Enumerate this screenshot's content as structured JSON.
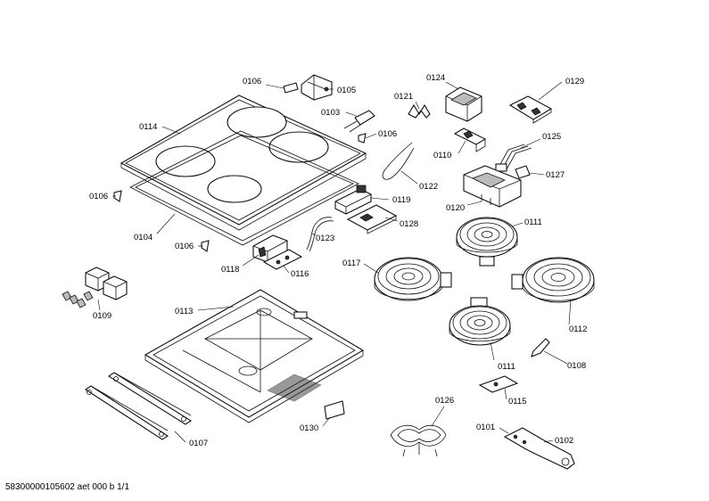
{
  "labels": {
    "p0106a": "0106",
    "p0105": "0105",
    "p0121": "0121",
    "p0124": "0124",
    "p0129": "0129",
    "p0114": "0114",
    "p0103": "0103",
    "p0106b": "0106",
    "p0125": "0125",
    "p0110": "0110",
    "p0127": "0127",
    "p0122": "0122",
    "p0106c": "0106",
    "p0119": "0119",
    "p0120": "0120",
    "p0111a": "0111",
    "p0128": "0128",
    "p0104": "0104",
    "p0123": "0123",
    "p0106d": "0106",
    "p0117": "0117",
    "p0118": "0118",
    "p0116": "0116",
    "p0109": "0109",
    "p0113": "0113",
    "p0112": "0112",
    "p0108": "0108",
    "p0111b": "0111",
    "p0115": "0115",
    "p0126": "0126",
    "p0107": "0107",
    "p0130": "0130",
    "p0101": "0101",
    "p0102": "0102"
  },
  "footer": "58300000105602 aet 000 b 1/1"
}
